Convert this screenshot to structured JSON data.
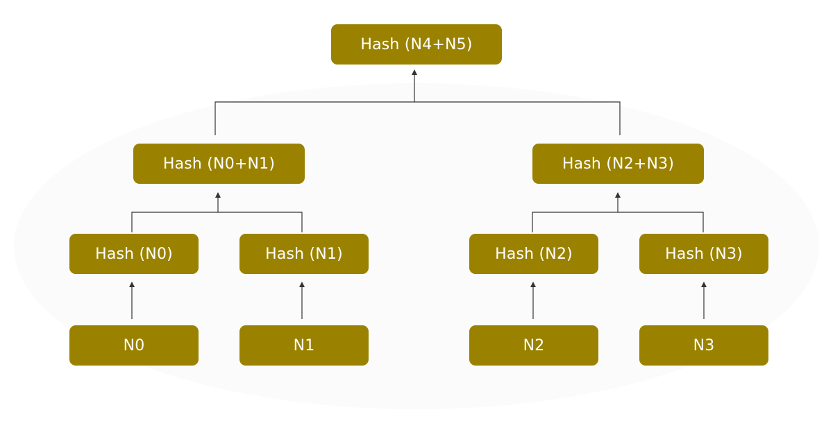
{
  "colors": {
    "node_fill": "#9a8200",
    "node_text": "#ffffff",
    "connector": "#333333"
  },
  "nodes": {
    "root": "Hash (N4+N5)",
    "left_parent": "Hash (N0+N1)",
    "right_parent": "Hash (N2+N3)",
    "hash_n0": "Hash (N0)",
    "hash_n1": "Hash (N1)",
    "hash_n2": "Hash (N2)",
    "hash_n3": "Hash (N3)",
    "n0": "N0",
    "n1": "N1",
    "n2": "N2",
    "n3": "N3"
  }
}
